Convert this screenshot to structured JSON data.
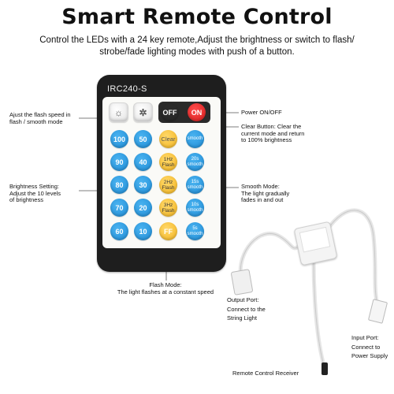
{
  "title": "Smart Remote Control",
  "subtitle_line1": "Control the LEDs with a 24 key remote,Adjust the brightness or switch to flash/",
  "subtitle_line2": "strobe/fade lighting modes with push of a button.",
  "remote": {
    "model": "IRC240-S",
    "buttons": {
      "off": "OFF",
      "on": "ON",
      "clear": "Clear",
      "smooth": "smooth",
      "b100": "100",
      "b90": "90",
      "b80": "80",
      "b70": "70",
      "b60": "60",
      "b50": "50",
      "b40": "40",
      "b30": "30",
      "b20": "20",
      "b10": "10",
      "flash1": "1Hz Flash",
      "flash2": "2Hz Flash",
      "flash3": "3Hz Flash",
      "ff": "FF",
      "s20": "20s smooth",
      "s15": "15s smooth",
      "s10": "10s smooth",
      "s5": "5s smooth"
    }
  },
  "annotations": {
    "flash_speed_1": "Ajust the flash speed in",
    "flash_speed_2": "flash / smooth mode",
    "power": "Power ON/OFF",
    "clear_1": "Clear Button: Clear the",
    "clear_2": "current mode and return",
    "clear_3": "to 100% brightness",
    "brightness_1": "Brightness Setting:",
    "brightness_2": "Adjust the 10 levels",
    "brightness_3": "of brightness",
    "smooth_1": "Smooth Mode:",
    "smooth_2": "The light gradually",
    "smooth_3": "fades in and out",
    "flash_1": "Flash Mode:",
    "flash_2": "The light flashes at a constant speed",
    "output_1": "Output Port:",
    "output_2": "Connect to the",
    "output_3": "String Light",
    "input_1": "Input Port:",
    "input_2": "Connect to",
    "input_3": "Power Supply",
    "receiver": "Remote Control Receiver"
  },
  "colors": {
    "remote_body": "#1e1e1e",
    "button_blue": "#1f8cd6",
    "button_yellow": "#f4b51f",
    "button_red": "#d91c1c"
  }
}
